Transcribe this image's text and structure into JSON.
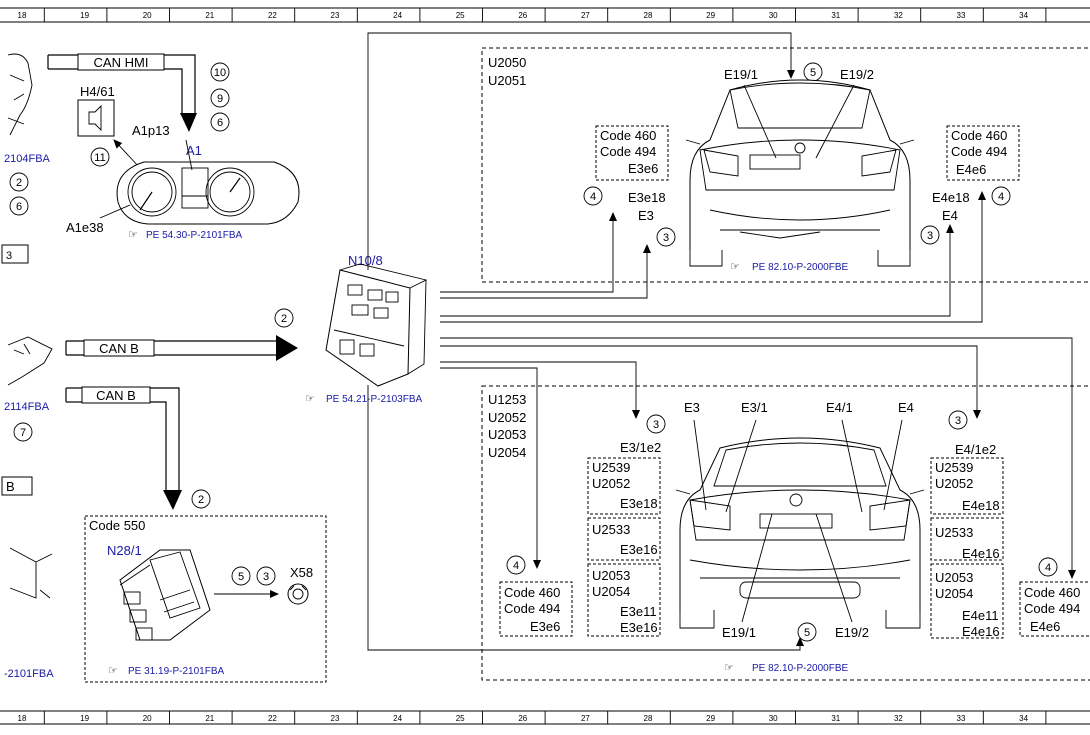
{
  "ruler": [
    "18",
    "19",
    "20",
    "21",
    "22",
    "23",
    "24",
    "25",
    "26",
    "27",
    "28",
    "29",
    "30",
    "31",
    "32",
    "33",
    "34"
  ],
  "labels": {
    "can_hmi": "CAN HMI",
    "h4_61": "H4/61",
    "a1p13": "A1p13",
    "a1": "A1",
    "a1e38": "A1e38",
    "ref_2104": "2104FBA",
    "ref_54_30": "PE 54.30-P-2101FBA",
    "n10_8": "N10/8",
    "ref_54_21": "PE 54.21-P-2103FBA",
    "can_b_1": "CAN B",
    "can_b_2": "CAN B",
    "ref_2114": "2114FBA",
    "stub_3": "3",
    "stub_b": "B",
    "code550": "Code 550",
    "n28_1": "N28/1",
    "x58": "X58",
    "ref_31_19": "PE 31.19-P-2101FBA",
    "ref_2101": "-2101FBA",
    "top_u2050": "U2050",
    "top_u2051": "U2051",
    "top_e19_1": "E19/1",
    "top_e19_2": "E19/2",
    "left_code460": "Code 460",
    "left_code494": "Code 494",
    "left_e3e6": "E3e6",
    "e3e18": "E3e18",
    "e3": "E3",
    "right_code460": "Code 460",
    "right_code494": "Code 494",
    "right_e4e6": "E4e6",
    "e4e18": "E4e18",
    "e4": "E4",
    "ref_82_10_top": "PE 82.10-P-2000FBE",
    "u1253": "U1253",
    "u2052": "U2052",
    "u2053": "U2053",
    "u2054": "U2054",
    "e3_1e2": "E3/1e2",
    "e4_1e2": "E4/1e2",
    "bl_u2539": "U2539",
    "bl_u2052": "U2052",
    "bl_e3e18": "E3e18",
    "bl_u2533": "U2533",
    "bl_e3e16": "E3e16",
    "bl_u2053": "U2053",
    "bl_u2054": "U2054",
    "bl_e3e11": "E3e11",
    "bl_e3e16b": "E3e16",
    "br_u2539": "U2539",
    "br_u2052": "U2052",
    "br_e4e18": "E4e18",
    "br_u2533": "U2533",
    "br_e4e16": "E4e16",
    "br_u2053": "U2053",
    "br_u2054": "U2054",
    "br_e4e11": "E4e11",
    "br_e4e16b": "E4e16",
    "bcode460": "Code 460",
    "bcode494": "Code 494",
    "be3e6": "E3e6",
    "rcode460": "Code 460",
    "rcode494": "Code 494",
    "re4e6": "E4e6",
    "bot_e3": "E3",
    "bot_e3_1": "E3/1",
    "bot_e4_1": "E4/1",
    "bot_e4": "E4",
    "bot_e19_1": "E19/1",
    "bot_e19_2": "E19/2",
    "ref_82_10_bot": "PE 82.10-P-2000FBE"
  },
  "circles": {
    "c10": "10",
    "c9": "9",
    "c6a": "6",
    "c11": "11",
    "c2a": "2",
    "c6b": "6",
    "c2can": "2",
    "c7": "7",
    "c2n28": "2",
    "c5x": "5",
    "c3x": "3",
    "c5top": "5",
    "c4tl": "4",
    "c3tl": "3",
    "c3tr": "3",
    "c4tr": "4",
    "c3bl": "3",
    "c3br": "3",
    "c4bl": "4",
    "c5bot": "5",
    "c4br": "4"
  }
}
